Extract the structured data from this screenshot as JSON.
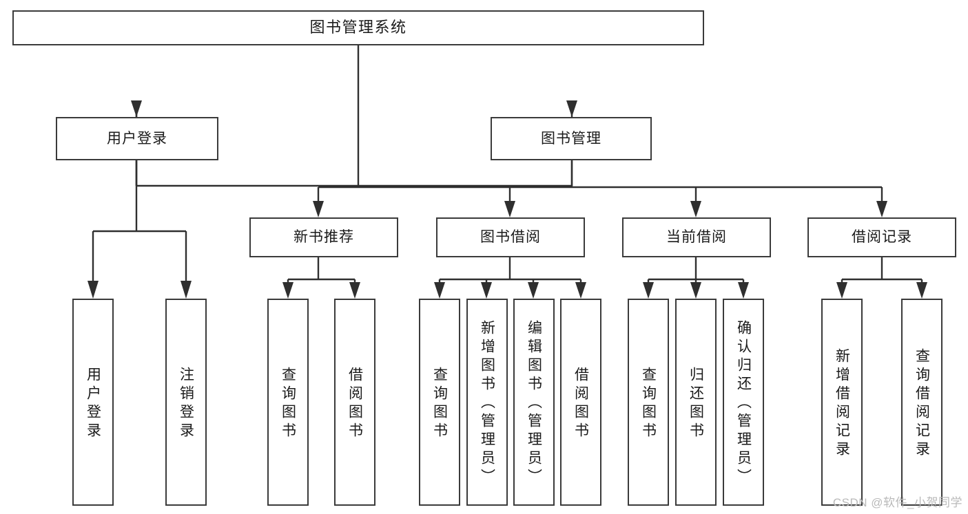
{
  "diagram": {
    "title": "图书管理系统",
    "type": "tree-hierarchy-chart",
    "watermark": "CSDN @软件_小贺同学",
    "colors": {
      "box_border": "#3a3a3a",
      "box_fill": "#ffffff",
      "connector": "#2f2f2f",
      "text": "#1a1a1a",
      "watermark": "#b9b9b9"
    },
    "root": {
      "label": "图书管理系统"
    },
    "level2": [
      {
        "label": "用户登录"
      },
      {
        "label": "图书管理"
      }
    ],
    "level3": [
      {
        "label": "新书推荐"
      },
      {
        "label": "图书借阅"
      },
      {
        "label": "当前借阅"
      },
      {
        "label": "借阅记录"
      }
    ],
    "leaves": [
      {
        "label": "用户登录"
      },
      {
        "label": "注销登录"
      },
      {
        "label": "查询图书"
      },
      {
        "label": "借阅图书"
      },
      {
        "label": "查询图书"
      },
      {
        "label": "新增图书（管理员）"
      },
      {
        "label": "编辑图书（管理员）"
      },
      {
        "label": "借阅图书"
      },
      {
        "label": "查询图书"
      },
      {
        "label": "归还图书"
      },
      {
        "label": "确认归还（管理员）"
      },
      {
        "label": "新增借阅记录"
      },
      {
        "label": "查询借阅记录"
      }
    ]
  }
}
